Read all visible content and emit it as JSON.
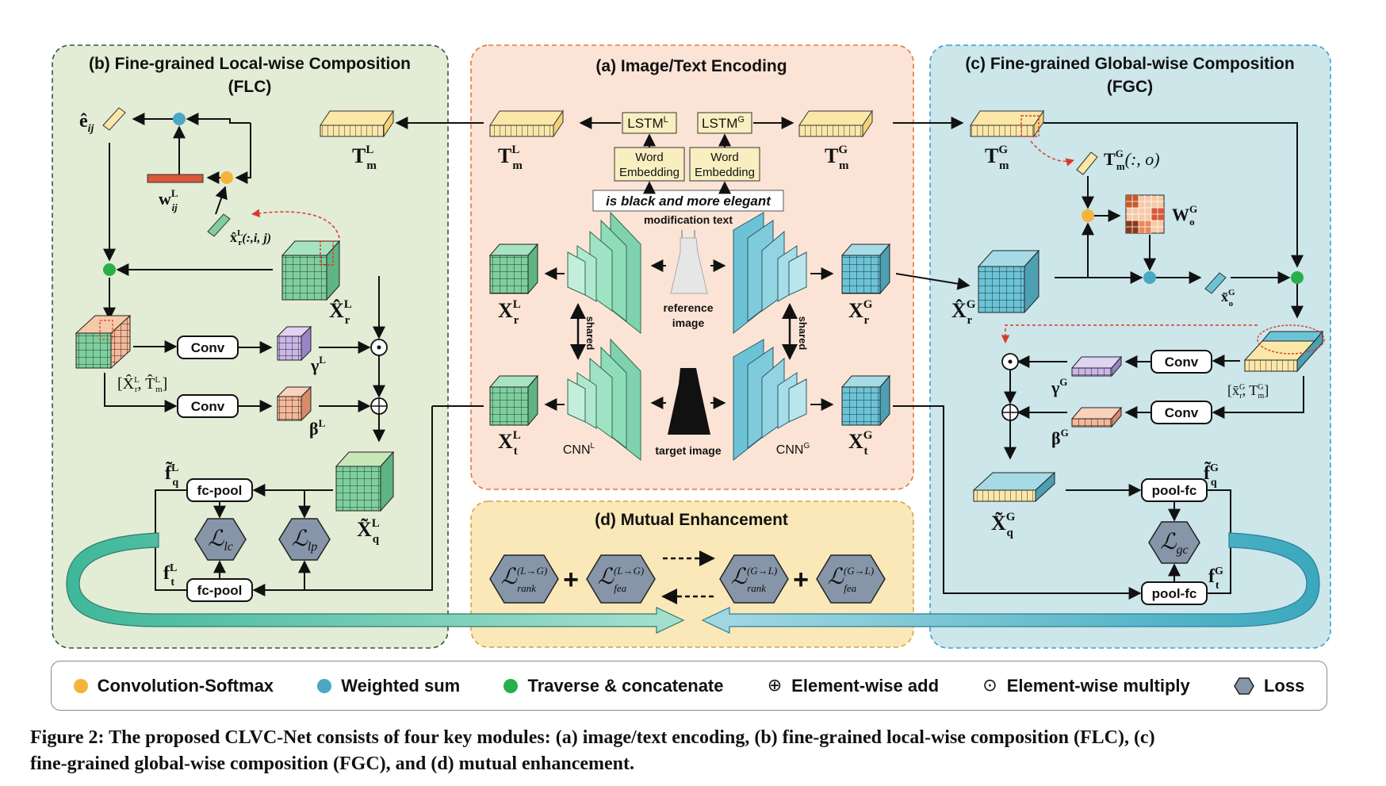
{
  "panels": {
    "a": {
      "title": "(a) Image/Text Encoding"
    },
    "b": {
      "title_line1": "(b) Fine-grained Local-wise Composition",
      "title_line2": "(FLC)"
    },
    "c": {
      "title_line1": "(c) Fine-grained Global-wise Composition",
      "title_line2": "(FGC)"
    },
    "d": {
      "title": "(d) Mutual Enhancement"
    }
  },
  "encoding": {
    "lstm_local": "LSTM",
    "lstm_local_sup": "L",
    "lstm_global": "LSTM",
    "lstm_global_sup": "G",
    "word_embedding_1": "Word",
    "word_embedding_2": "Embedding",
    "mod_text": "is black and more elegant",
    "mod_text_label": "modification text",
    "reference_label_1": "reference",
    "reference_label_2": "image",
    "target_label": "target image",
    "shared": "shared",
    "cnn_local": "CNN",
    "cnn_local_sup": "L",
    "cnn_global": "CNN",
    "cnn_global_sup": "G"
  },
  "ops": {
    "conv": "Conv",
    "fc_pool": "fc-pool",
    "pool_fc": "pool-fc"
  },
  "legend": {
    "colors": {
      "conv_softmax": "#f4b43a",
      "weighted_sum": "#4aa8c4",
      "traverse": "#27b04a"
    },
    "items": [
      {
        "label": "Convolution-Softmax"
      },
      {
        "label": "Weighted sum"
      },
      {
        "label": "Traverse & concatenate"
      },
      {
        "symbol": "⊕",
        "label": "Element-wise add"
      },
      {
        "symbol": "⊙",
        "label": "Element-wise multiply"
      },
      {
        "label": "Loss"
      }
    ]
  },
  "caption": {
    "line1": "Figure 2: The proposed CLVC-Net consists of four key modules: (a) image/text encoding, (b) fine-grained local-wise composition (FLC), (c)",
    "line2": "fine-grained global-wise composition (FGC), and (d) mutual enhancement."
  }
}
